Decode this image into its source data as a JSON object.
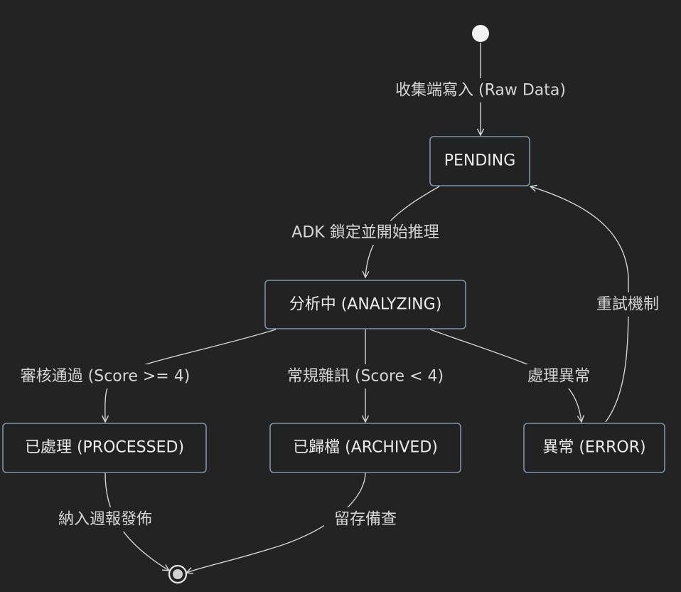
{
  "nodes": {
    "pending": "PENDING",
    "analyzing": "分析中 (ANALYZING)",
    "processed": "已處理 (PROCESSED)",
    "archived": "已歸檔 (ARCHIVED)",
    "error": "異常 (ERROR)"
  },
  "edges": {
    "start_to_pending": "收集端寫入 (Raw Data)",
    "pending_to_analyzing": "ADK 鎖定並開始推理",
    "analyzing_to_processed": "審核通過 (Score >= 4)",
    "analyzing_to_archived": "常規雜訊 (Score < 4)",
    "analyzing_to_error": "處理異常",
    "error_to_pending": "重試機制",
    "processed_to_end": "納入週報發佈",
    "archived_to_end": "留存備查"
  },
  "colors": {
    "background": "#232323",
    "node_border": "#7e93ad",
    "node_fill": "#222222",
    "edge": "#d4d4d4",
    "text": "#ececec"
  }
}
